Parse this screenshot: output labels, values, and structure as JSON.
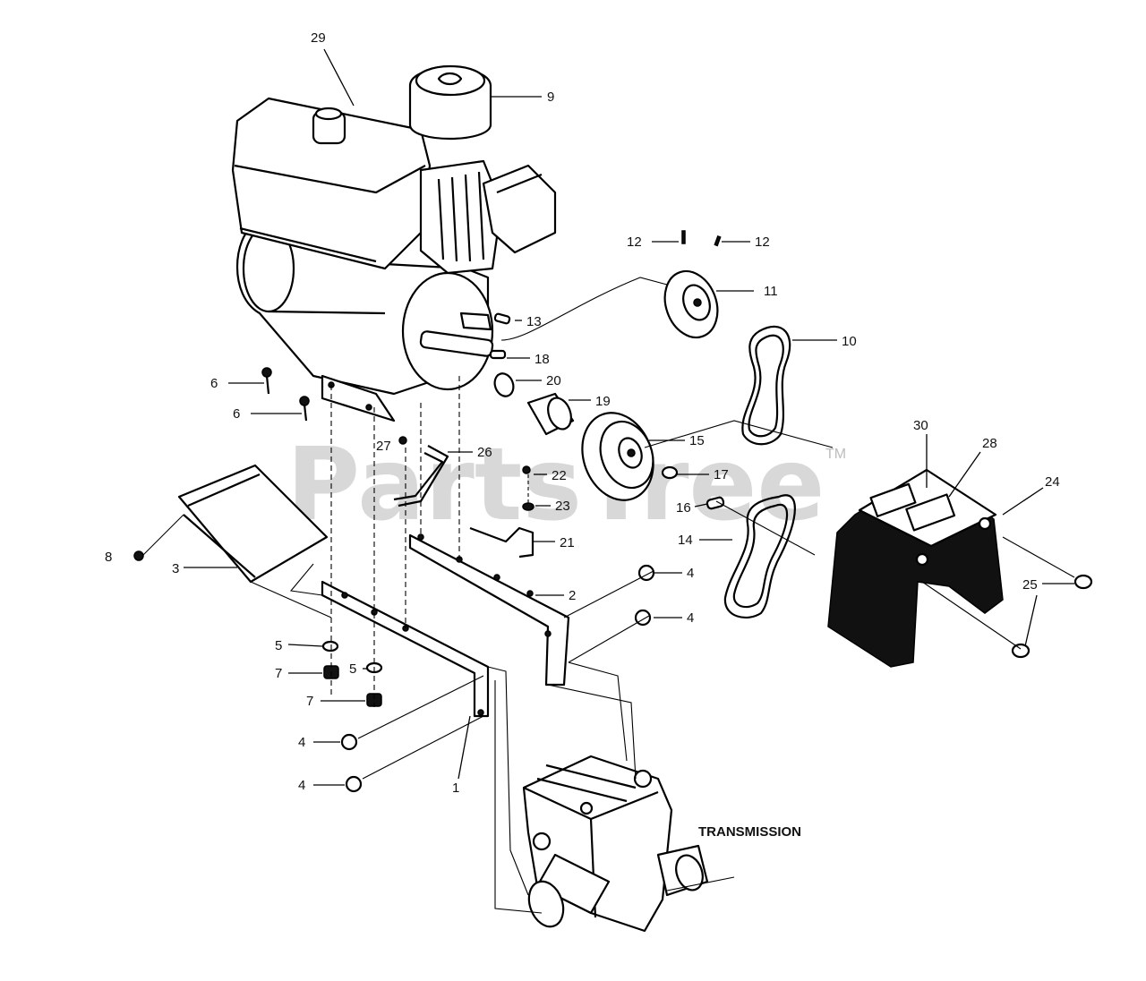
{
  "watermark": {
    "text": "PartsTree",
    "trademark": "TM"
  },
  "section_label": "TRANSMISSION",
  "callouts": [
    "29",
    "9",
    "12",
    "12",
    "11",
    "10",
    "13",
    "18",
    "20",
    "19",
    "15",
    "6",
    "6",
    "27",
    "26",
    "22",
    "23",
    "21",
    "17",
    "16",
    "14",
    "30",
    "28",
    "24",
    "8",
    "3",
    "2",
    "4",
    "4",
    "5",
    "5",
    "7",
    "7",
    "4",
    "4",
    "1",
    "25"
  ]
}
